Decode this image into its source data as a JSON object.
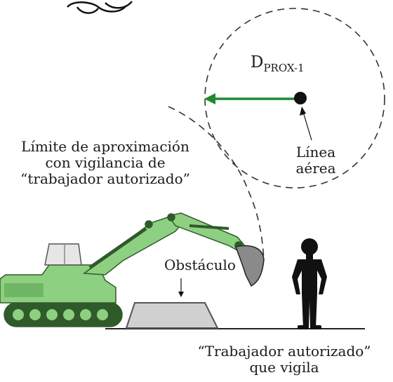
{
  "labels": {
    "approach_limit": {
      "line1": "Límite de aproximación",
      "line2": "con vigilancia de",
      "line3": "“trabajador autorizado”"
    },
    "distance": {
      "main": "D",
      "subscript": "PROX-1"
    },
    "overhead_line": {
      "line1": "Línea",
      "line2": "aérea"
    },
    "obstacle": "Obstáculo",
    "supervising_worker": {
      "line1": "“Trabajador autorizado”",
      "line2": "que vigila"
    }
  },
  "colors": {
    "excavator_green": "#8ed081",
    "excavator_dark": "#2f5a2a",
    "arrow_green": "#1f8a2e",
    "dashed_line": "#333333",
    "obstacle_fill": "#d0d0d0",
    "worker": "#111111"
  }
}
